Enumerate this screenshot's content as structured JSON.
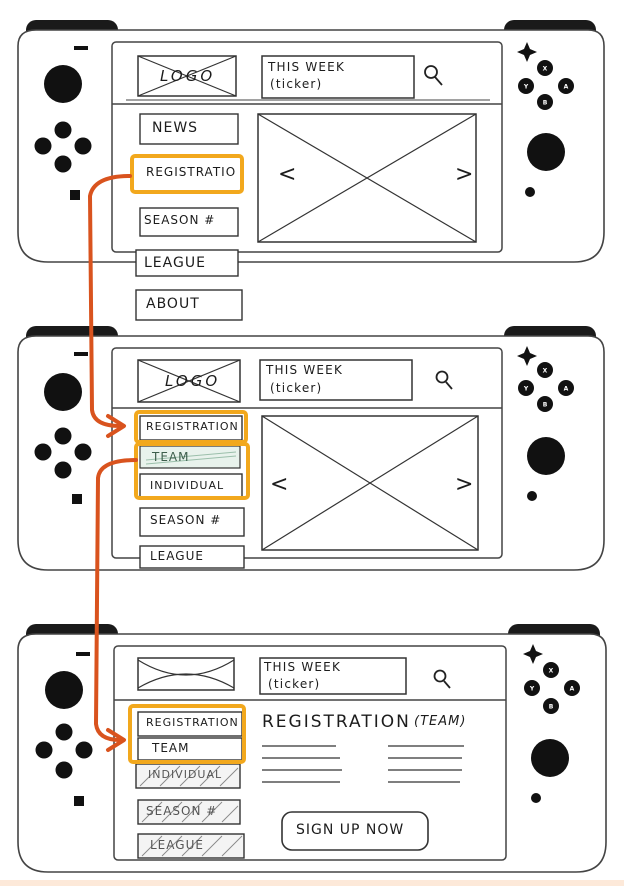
{
  "screens": [
    {
      "logo": "LOGO",
      "ticker_line1": "THIS WEEK",
      "ticker_line2": "(ticker)",
      "carousel": {
        "prev": "<",
        "next": ">"
      },
      "menu": [
        "NEWS",
        "REGISTRATIO",
        "SEASON #",
        "LEAGUE",
        "ABOUT"
      ],
      "highlighted": "REGISTRATIO"
    },
    {
      "logo": "LOGO",
      "ticker_line1": "THIS WEEK",
      "ticker_line2": "(ticker)",
      "carousel": {
        "prev": "<",
        "next": ">"
      },
      "menu": [
        "REGISTRATION",
        "TEAM",
        "INDIVIDUAL",
        "SEASON #",
        "LEAGUE"
      ],
      "highlighted": [
        "REGISTRATION",
        "TEAM",
        "INDIVIDUAL"
      ]
    },
    {
      "ticker_line1": "THIS WEEK",
      "ticker_line2": "(ticker)",
      "menu": [
        "REGISTRATION",
        "TEAM",
        "INDIVIDUAL",
        "SEASON #",
        "LEAGUE"
      ],
      "highlighted": [
        "REGISTRATION",
        "TEAM"
      ],
      "content_title": "REGISTRATION",
      "content_subtitle": "(TEAM)",
      "cta": "SIGN UP NOW"
    }
  ],
  "face_buttons": [
    "X",
    "Y",
    "A",
    "B"
  ],
  "colors": {
    "highlight": "#f2a81d",
    "flow_arrow": "#d9531e",
    "ink": "#222222",
    "console_body": "#ffffff",
    "joycon_top": "#1a1a1a",
    "bottom_strip": "#fde9d9"
  },
  "icons": [
    "search-icon",
    "plus-icon",
    "minus-icon",
    "home-icon",
    "capture-icon"
  ]
}
